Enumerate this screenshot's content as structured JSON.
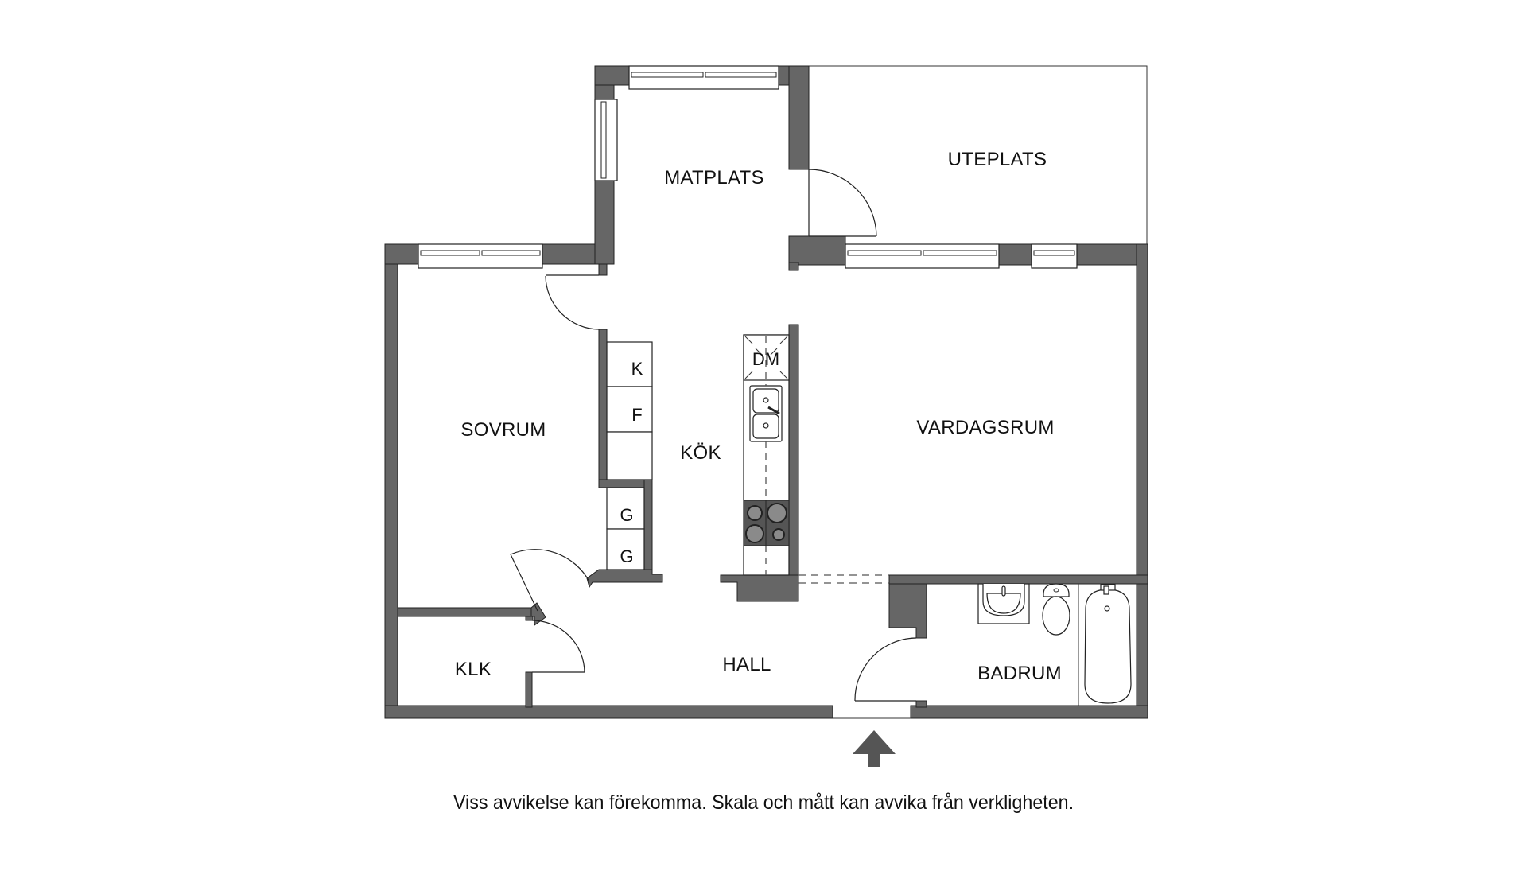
{
  "plan": {
    "rooms": {
      "matplats": "MATPLATS",
      "uteplats": "UTEPLATS",
      "sovrum": "SOVRUM",
      "kok": "KÖK",
      "vardagsrum": "VARDAGSRUM",
      "klk": "KLK",
      "hall": "HALL",
      "badrum": "BADRUM"
    },
    "kitchen_units": {
      "dishwasher": "DM",
      "fridge": "K",
      "freezer": "F",
      "wardrobe_1": "G",
      "wardrobe_2": "G"
    },
    "entrance_marker": "arrow-up-icon",
    "colors": {
      "wall": "#666666",
      "line": "#222222",
      "background": "#ffffff"
    }
  },
  "caption": "Viss avvikelse kan förekomma. Skala och mått kan avvika från verkligheten."
}
